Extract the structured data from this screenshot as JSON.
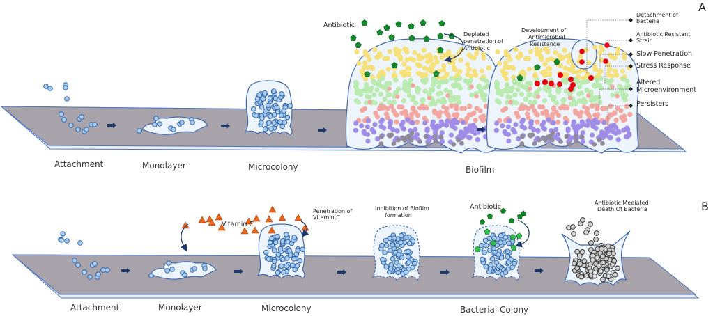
{
  "colors": {
    "surface": "#a8a3ab",
    "surface_edge": "#4a74c0",
    "surface_side": "#e9eef8",
    "matrix_fill": "#eef4fb",
    "matrix_stroke": "#3e66ad",
    "cell_blue": "#a9cdee",
    "cell_blue_stroke": "#2f63a8",
    "cell_yellow": "#f6e07a",
    "cell_green": "#b9eab0",
    "cell_pink": "#f3a7a0",
    "cell_purple": "#9f8de8",
    "cell_grey": "#8f8a9b",
    "cell_red": "#e8000f",
    "antibiotic": "#138a2b",
    "antibiotic_light": "#2fbf4a",
    "vitamin_c": "#e8661c",
    "arrow": "#1d3a6b",
    "dead_cell": "#cfcfcf",
    "dead_cell_stroke": "#333333"
  },
  "panel_a": {
    "panel_label": "A",
    "stages": [
      "Attachment",
      "Monolayer",
      "Microcolony",
      "Biofilm"
    ],
    "annotations": {
      "antibiotic": "Antibiotic",
      "depleted": [
        "Depleted",
        "penetration of",
        "Antibiotic"
      ],
      "development": [
        "Development of",
        "Antimicrobial",
        "Resistance"
      ]
    },
    "callouts": [
      {
        "lines": [
          "Detachment of",
          "bacteria"
        ]
      },
      {
        "lines": [
          "Antibiotic  Resistant",
          "Strain"
        ]
      },
      {
        "lines": [
          "Slow Penetration"
        ]
      },
      {
        "lines": [
          "Stress Response"
        ]
      },
      {
        "lines": [
          "Altered",
          "Microenvironment"
        ]
      },
      {
        "lines": [
          "Persisters"
        ]
      }
    ]
  },
  "panel_b": {
    "panel_label": "B",
    "stages": [
      "Attachment",
      "Monolayer",
      "Microcolony",
      "Bacterial Colony"
    ],
    "annotations": {
      "vitamin_c": "Vitamin  C",
      "penetration": [
        "Penetration of",
        "Vitamin C"
      ],
      "inhibition": [
        "Inhibition of Biofilm",
        "formation"
      ],
      "antibiotic": "Antibiotic",
      "death": [
        "Antibiotic Mediated",
        "Death Of Bacteria"
      ]
    }
  },
  "legend_icons": {
    "antibiotic": "green-pentagon-icon",
    "vitamin_c": "orange-triangle-icon",
    "stage_arrow": "right-arrow-icon"
  }
}
